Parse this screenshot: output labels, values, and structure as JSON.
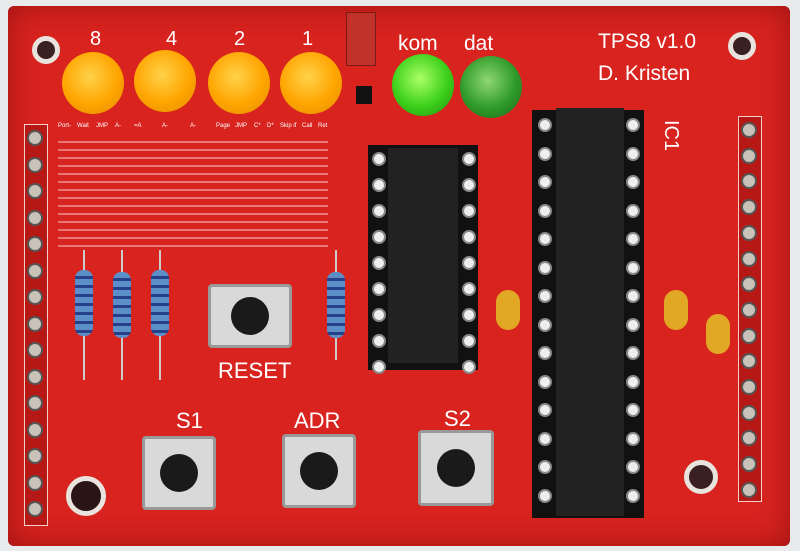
{
  "board": {
    "title": "TPS8 v1.0",
    "author": "D. Kristen",
    "ic_label": "IC1"
  },
  "leds": [
    {
      "label": "8",
      "color": "#ffa500"
    },
    {
      "label": "4",
      "color": "#ffa500"
    },
    {
      "label": "2",
      "color": "#ffa500"
    },
    {
      "label": "1",
      "color": "#ffa500"
    },
    {
      "label": "kom",
      "color": "#3ccf1a"
    },
    {
      "label": "dat",
      "color": "#2f9a2a"
    }
  ],
  "buttons": {
    "reset": "RESET",
    "s1": "S1",
    "adr": "ADR",
    "s2": "S2"
  },
  "instruction_table": {
    "headers": [
      "Port-",
      "Wait",
      "JMP",
      "A-",
      "=A",
      "A-",
      "A-",
      "Page",
      "JMP",
      "C*",
      "D*",
      "Skip if",
      "Call",
      "Ret"
    ]
  },
  "colors": {
    "pcb": "#d8231f",
    "silkscreen": "#ffffff"
  }
}
